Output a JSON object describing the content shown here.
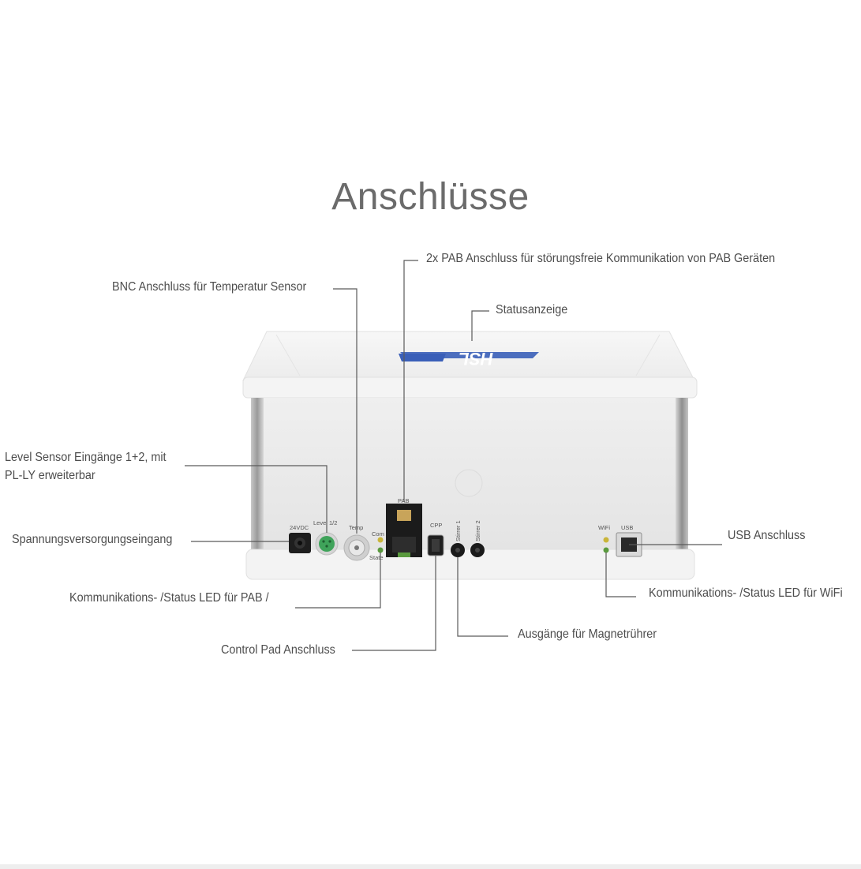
{
  "title": "Anschlüsse",
  "callouts": {
    "pab": "2x PAB Anschluss für störungsfreie Kommunikation von PAB Geräten",
    "bnc": "BNC Anschluss für Temperatur Sensor",
    "status": "Statusanzeige",
    "level_line1": "Level Sensor Eingänge 1+2, mit",
    "level_line2": "PL-LY erweiterbar",
    "power": "Spannungsversorgungseingang",
    "usb": "USB Anschluss",
    "led_pab": "Kommunikations- /Status LED für PAB /",
    "led_wifi": "Kommunikations- /Status LED für WiFi",
    "stirrer": "Ausgänge für Magnetrührer",
    "control_pad": "Control Pad Anschluss"
  },
  "device": {
    "logo": "HSL",
    "port_labels": {
      "dc": "24VDC",
      "level": "Level 1/2",
      "temp": "Temp",
      "com": "Com",
      "state": "State",
      "pab": "PAB",
      "cpp": "CPP",
      "stirrer1": "Stirrer 1",
      "stirrer2": "Stirrer 2",
      "wifi": "WiFi",
      "usb": "USB"
    }
  },
  "colors": {
    "title": "#6b6b6b",
    "text": "#4d4d4d",
    "leader": "#5a5a5a",
    "logo": "#3a5fb8",
    "led_yellow": "#c9b53a",
    "led_green": "#5a9a3e",
    "connector_green": "#3fa35a"
  }
}
